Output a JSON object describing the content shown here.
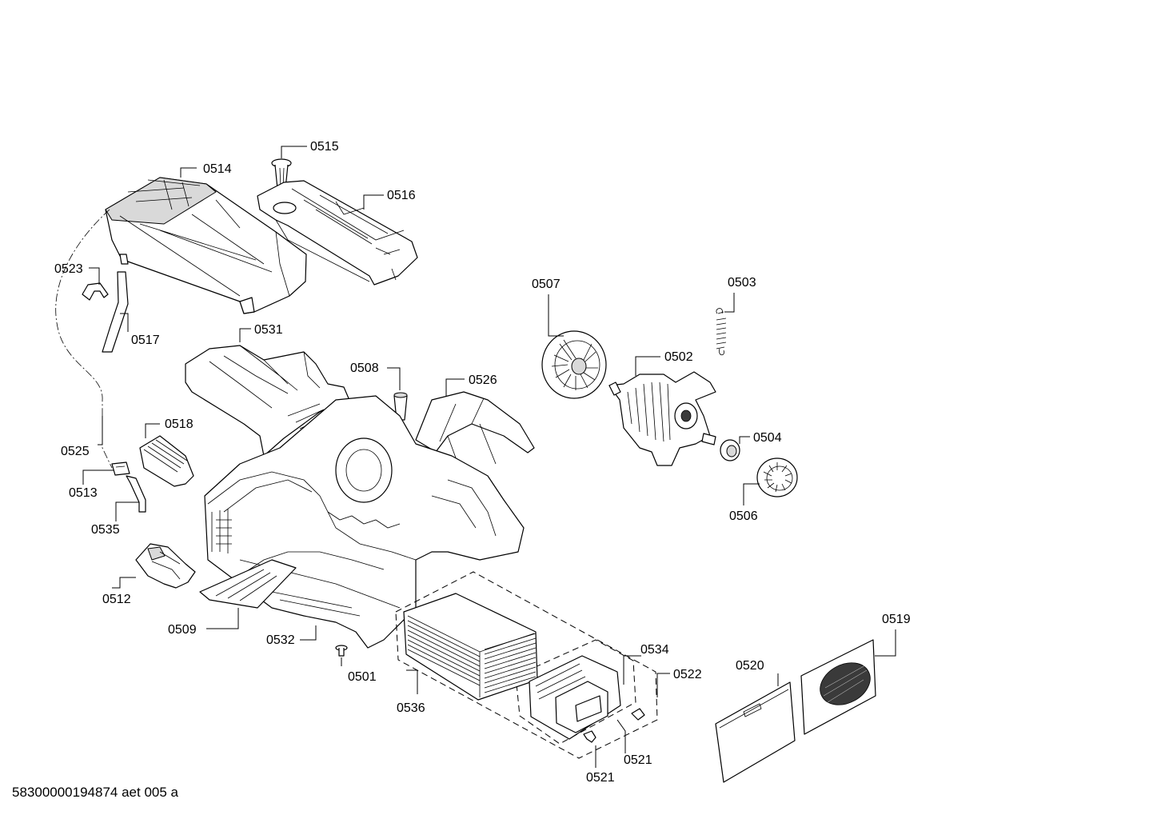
{
  "document": {
    "code": "58300000194874 aet 005 a"
  },
  "parts": {
    "p0501": "0501",
    "p0502": "0502",
    "p0503": "0503",
    "p0504": "0504",
    "p0506": "0506",
    "p0507": "0507",
    "p0508": "0508",
    "p0509": "0509",
    "p0512": "0512",
    "p0513": "0513",
    "p0514": "0514",
    "p0515": "0515",
    "p0516": "0516",
    "p0517": "0517",
    "p0518": "0518",
    "p0519": "0519",
    "p0520": "0520",
    "p0521a": "0521",
    "p0521b": "0521",
    "p0522": "0522",
    "p0523": "0523",
    "p0525": "0525",
    "p0526": "0526",
    "p0531": "0531",
    "p0532": "0532",
    "p0534": "0534",
    "p0535": "0535",
    "p0536": "0536"
  }
}
